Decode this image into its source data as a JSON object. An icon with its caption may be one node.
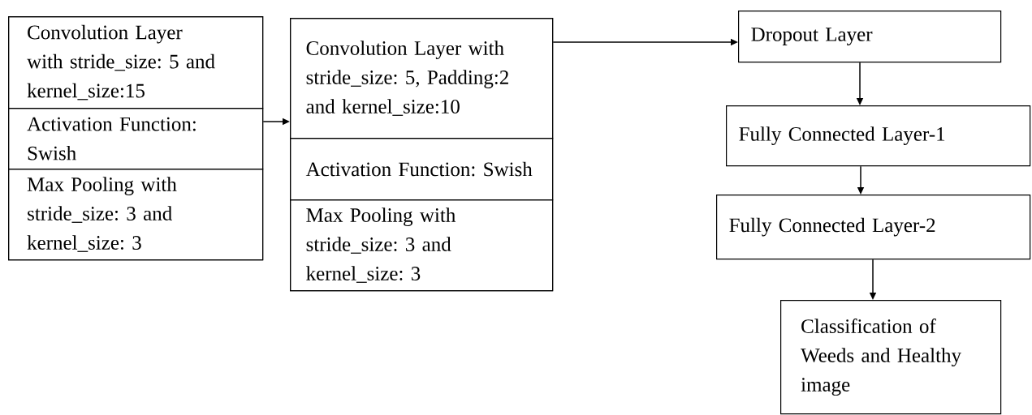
{
  "diagram": {
    "nodes": [
      {
        "text": [],
        "shape": "box"
      },
      {
        "text": [
          "Convolution Layer with stride_size: 5 and kernel_size:15"
        ],
        "in": 0
      },
      {
        "text": [
          "Activation Function: Swish"
        ],
        "in": 0
      },
      {
        "text": [
          "Max Pooling with stride_size: 3 and kernel_size: 3"
        ],
        "in": 0
      },
      {
        "text": [],
        "shape": "box"
      },
      {
        "text": [
          "Convolution Layer with stride_size: 5, Padding:2 and kernel_size:10"
        ],
        "in": 4
      },
      {
        "text": [
          "Activation Function: Swish"
        ],
        "in": 4
      },
      {
        "text": [
          "Max Pooling with stride_size: 3 and kernel_size: 3"
        ],
        "in": 4
      },
      {
        "text": [
          "Dropout Layer"
        ]
      },
      {
        "text": [
          "Fully Connected Layer-1"
        ]
      },
      {
        "text": [
          "Fully Connected Layer-2"
        ]
      },
      {
        "text": [
          "Classification of Weeds and Healthy image"
        ]
      }
    ],
    "edges": [
      {
        "from": 0,
        "to": 4,
        "arrow": "to"
      },
      {
        "from": 4,
        "to": 8,
        "arrow": "to"
      },
      {
        "from": 8,
        "to": 9,
        "arrow": "to"
      },
      {
        "from": 9,
        "to": 10,
        "arrow": "to"
      },
      {
        "from": 10,
        "to": 11,
        "arrow": "to"
      }
    ]
  }
}
